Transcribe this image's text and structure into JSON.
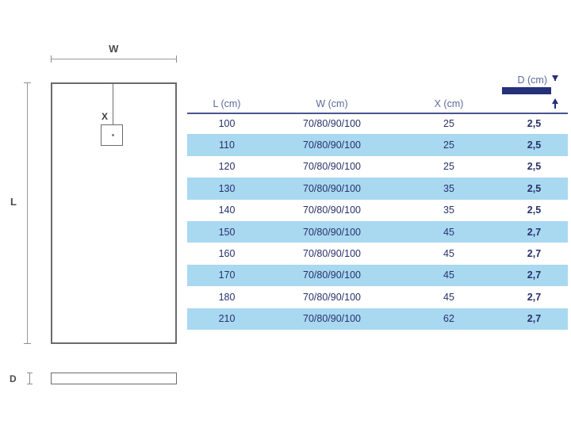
{
  "drawing": {
    "width_label": "W",
    "length_label": "L",
    "drain_label": "X",
    "depth_label": "D"
  },
  "table": {
    "columns": [
      {
        "key": "l",
        "header": "L (cm)"
      },
      {
        "key": "w",
        "header": "W (cm)"
      },
      {
        "key": "x",
        "header": "X (cm)"
      },
      {
        "key": "d",
        "header": "D (cm)"
      }
    ],
    "rows": [
      {
        "l": "100",
        "w": "70/80/90/100",
        "x": "25",
        "d": "2,5"
      },
      {
        "l": "110",
        "w": "70/80/90/100",
        "x": "25",
        "d": "2,5"
      },
      {
        "l": "120",
        "w": "70/80/90/100",
        "x": "25",
        "d": "2,5"
      },
      {
        "l": "130",
        "w": "70/80/90/100",
        "x": "35",
        "d": "2,5"
      },
      {
        "l": "140",
        "w": "70/80/90/100",
        "x": "35",
        "d": "2,5"
      },
      {
        "l": "150",
        "w": "70/80/90/100",
        "x": "45",
        "d": "2,7"
      },
      {
        "l": "160",
        "w": "70/80/90/100",
        "x": "45",
        "d": "2,7"
      },
      {
        "l": "170",
        "w": "70/80/90/100",
        "x": "45",
        "d": "2,7"
      },
      {
        "l": "180",
        "w": "70/80/90/100",
        "x": "45",
        "d": "2,7"
      },
      {
        "l": "210",
        "w": "70/80/90/100",
        "x": "62",
        "d": "2,7"
      }
    ]
  },
  "colors": {
    "header_text": "#5d6a9c",
    "body_text": "#28316a",
    "row_alt": "#a9d8f1",
    "rule": "#4a5590",
    "depth_bar": "#25307a",
    "drawing_stroke": "#6b6b6b",
    "background": "#ffffff"
  }
}
